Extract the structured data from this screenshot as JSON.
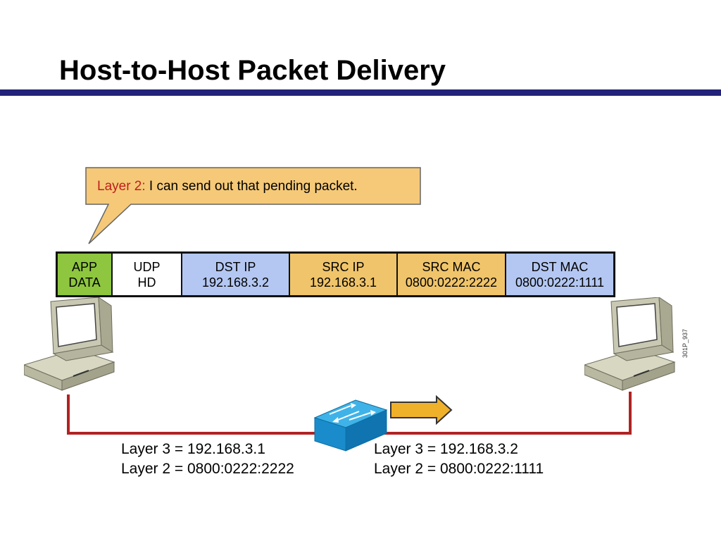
{
  "title": "Host-to-Host Packet Delivery",
  "callout": {
    "label": "Layer 2:",
    "message": " I can send out that pending packet."
  },
  "packet": {
    "fields": [
      {
        "line1": "APP",
        "line2": "DATA"
      },
      {
        "line1": "UDP",
        "line2": "HD"
      },
      {
        "line1": "DST IP",
        "line2": "192.168.3.2"
      },
      {
        "line1": "SRC IP",
        "line2": "192.168.3.1"
      },
      {
        "line1": "SRC MAC",
        "line2": "0800:0222:2222"
      },
      {
        "line1": "DST MAC",
        "line2": "0800:0222:1111"
      }
    ]
  },
  "hosts": {
    "left": {
      "layer3": "Layer 3 = 192.168.3.1",
      "layer2": "Layer 2 = 0800:0222:2222"
    },
    "right": {
      "layer3": "Layer 3 = 192.168.3.2",
      "layer2": "Layer 2 = 0800:0222:1111"
    }
  },
  "figure_id": "301P_937",
  "colors": {
    "title_rule": "#22227a",
    "callout_fill": "#f5c978",
    "callout_label": "#c0201a",
    "link": "#b22222",
    "switch": "#1e9ad6",
    "arrow": "#f0b12a",
    "app_field": "#8ec63f",
    "ip_dst_field": "#b4c7f2",
    "src_field": "#f0c46a"
  },
  "icons": [
    "computer-icon",
    "switch-icon",
    "direction-arrow-icon"
  ]
}
